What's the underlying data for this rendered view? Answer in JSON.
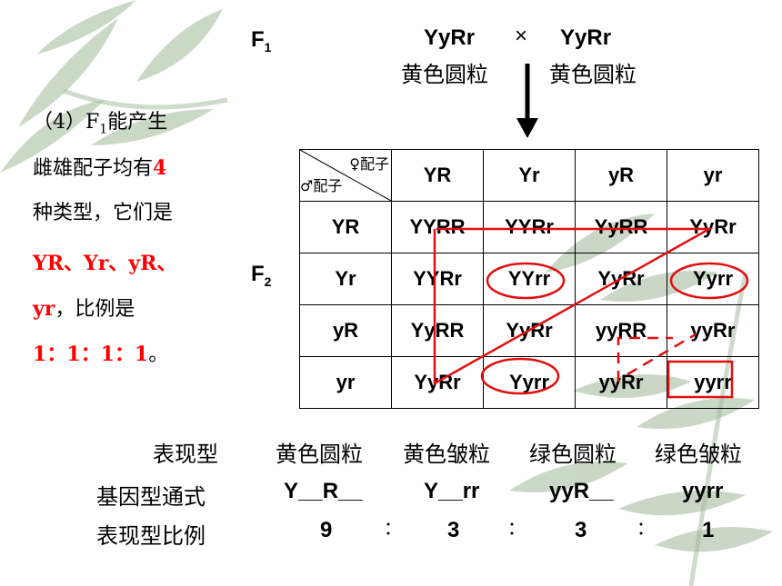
{
  "f1": {
    "label": "F",
    "sub": "1",
    "parent_left": "YyRr",
    "cross": "×",
    "parent_right": "YyRr",
    "pheno_left": "黄色圆粒",
    "pheno_right": "黄色圆粒"
  },
  "f2": {
    "label": "F",
    "sub": "2"
  },
  "left_note": {
    "line1_prefix": "（4）F",
    "line1_sub": "1",
    "line1_suffix": "能产生",
    "line2_text": "雌雄配子均有",
    "line2_num": "4",
    "line3": "种类型，它们是",
    "line4": "YR、Yr、yR、",
    "line5_red": "yr",
    "line5_black": "，比例是",
    "line6_red": "1：1：1：1",
    "line6_black": "。"
  },
  "table": {
    "corner_female": "♀配子",
    "corner_male": "♂配子",
    "col_headers": [
      "YR",
      "Yr",
      "yR",
      "yr"
    ],
    "row_headers": [
      "YR",
      "Yr",
      "yR",
      "yr"
    ],
    "cells": [
      [
        "YYRR",
        "YYRr",
        "YyRR",
        "YyRr"
      ],
      [
        "YYRr",
        "YYrr",
        "YyRr",
        "Yyrr"
      ],
      [
        "YyRR",
        "YyRr",
        "yyRR",
        "yyRr"
      ],
      [
        "YyRr",
        "Yyrr",
        "yyRr",
        "yyrr"
      ]
    ]
  },
  "summary": {
    "row1_label": "表现型",
    "phenotypes": [
      "黄色圆粒",
      "黄色皱粒",
      "绿色圆粒",
      "绿色皱粒"
    ],
    "row2_label": "基因型通式",
    "genotypes": [
      "Y__R__",
      "Y__rr",
      "yyR__",
      "yyrr"
    ],
    "row3_label": "表现型比例",
    "ratios": [
      "9",
      "3",
      "3",
      "1"
    ],
    "colon": "："
  },
  "colors": {
    "highlight": "#e01010",
    "text": "#000000",
    "bamboo": "#9fb89a"
  }
}
